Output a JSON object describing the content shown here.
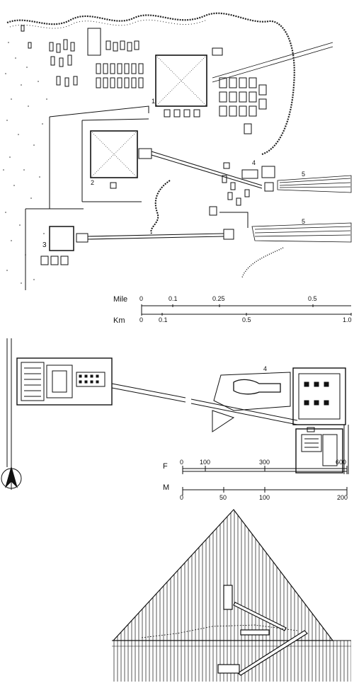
{
  "site_plan": {
    "labels": [
      "1",
      "2",
      "3",
      "4",
      "5",
      "5"
    ],
    "scale": {
      "mile_label": "Mile",
      "mile_ticks": [
        "0",
        "0.1",
        "0.25",
        "0.5"
      ],
      "km_label": "Km",
      "km_ticks": [
        "0",
        "0.1",
        "0.5",
        "1.0"
      ]
    }
  },
  "temple_plan": {
    "label": "4",
    "scale": {
      "feet_label": "F",
      "feet_ticks": [
        "0",
        "100",
        "300",
        "600"
      ],
      "metres_label": "M",
      "metres_ticks": [
        "0",
        "50",
        "100",
        "200"
      ]
    }
  },
  "icons": [
    "north-arrow-icon"
  ]
}
